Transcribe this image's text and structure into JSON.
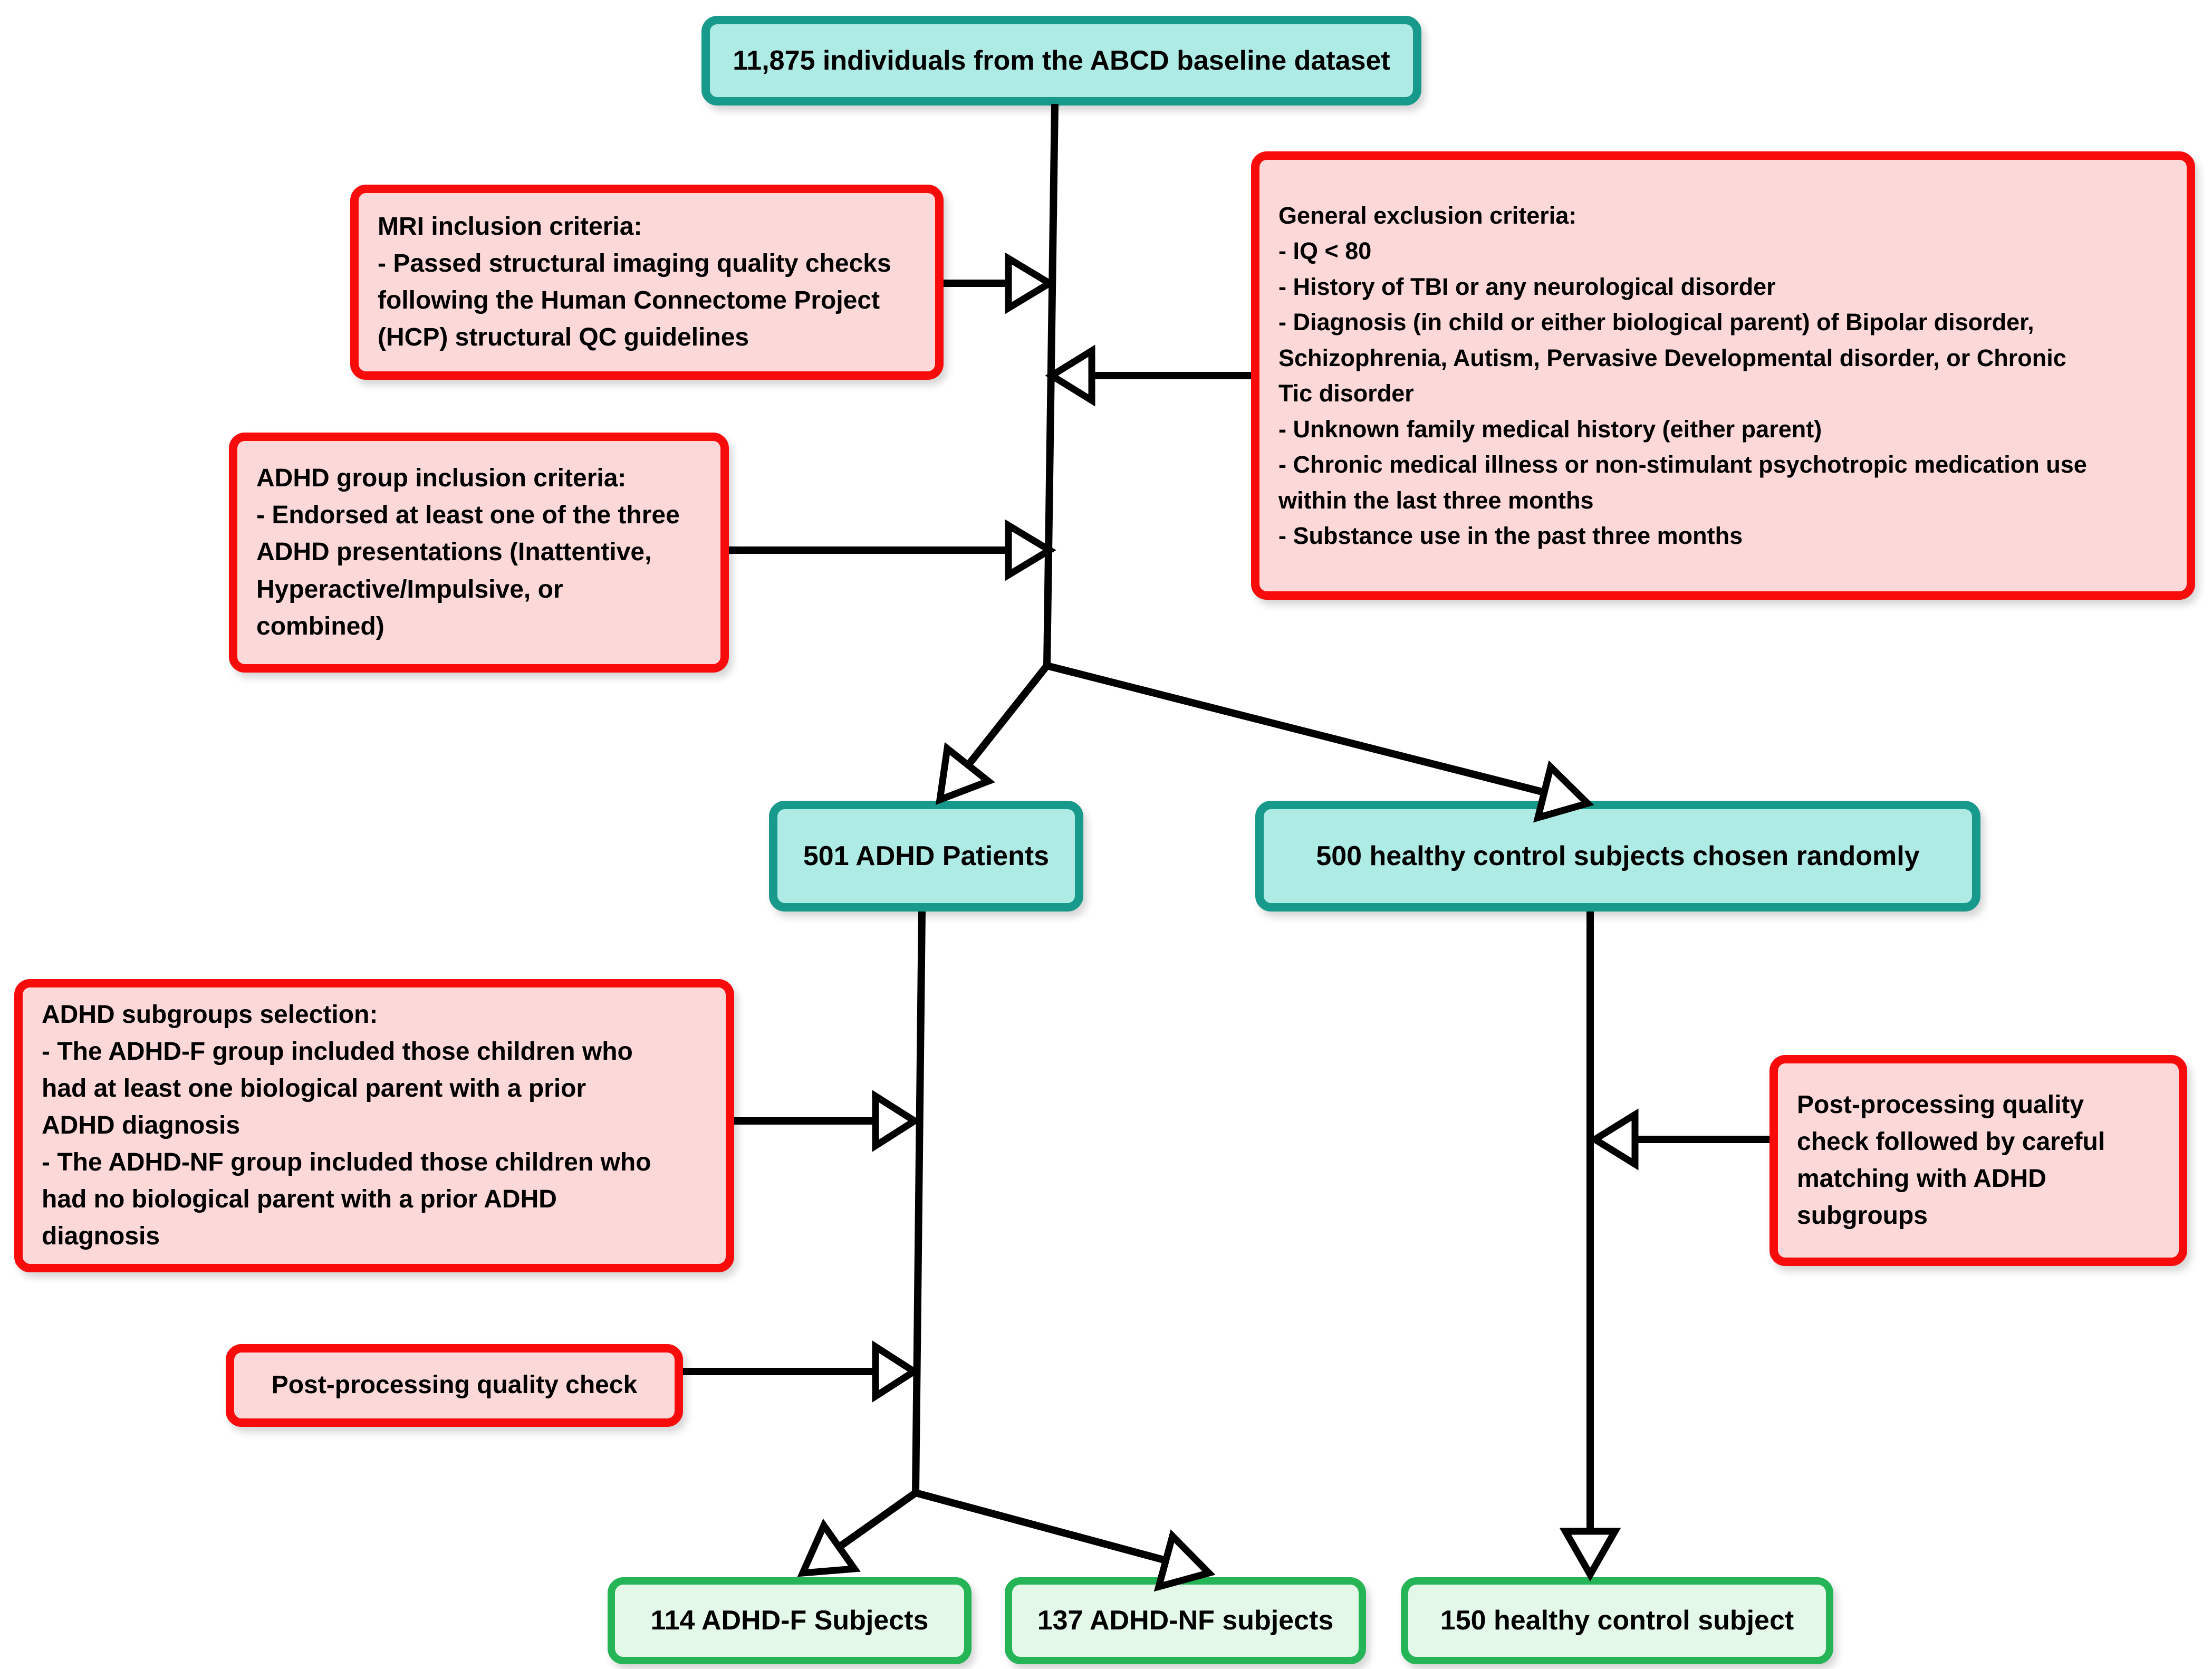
{
  "colors": {
    "teal_fill": "#aeebe4",
    "teal_border": "#17998b",
    "pink_fill": "#fcd8d8",
    "pink_border": "#f70b0b",
    "green_fill": "#e3f8e9",
    "green_border": "#25b556",
    "connector": "#000000",
    "arrowhead_fill": "#ffffff",
    "text": "#000000"
  },
  "nodes": {
    "baseline": {
      "label": "11,875 individuals from the ABCD baseline dataset"
    },
    "mri_inclusion": {
      "label": "MRI inclusion criteria:\n- Passed structural imaging quality checks\nfollowing the Human Connectome Project\n(HCP) structural QC guidelines"
    },
    "general_exclusion": {
      "label": "General exclusion criteria:\n- IQ < 80\n- History of TBI or any neurological disorder\n- Diagnosis (in child or either biological parent) of Bipolar disorder,\nSchizophrenia, Autism, Pervasive Developmental disorder, or Chronic\nTic disorder\n- Unknown family medical history (either parent)\n- Chronic medical illness or non-stimulant psychotropic medication use\nwithin the last three months\n- Substance use in the past three months"
    },
    "adhd_inclusion": {
      "label": "ADHD group inclusion criteria:\n- Endorsed at least one of the three\nADHD presentations (Inattentive,\nHyperactive/Impulsive, or\ncombined)"
    },
    "adhd_patients": {
      "label": "501 ADHD Patients"
    },
    "healthy_controls": {
      "label": "500 healthy control subjects chosen randomly"
    },
    "subgroups_selection": {
      "label": "ADHD subgroups selection:\n- The ADHD-F group included those children who\nhad at least one biological parent with a prior\nADHD diagnosis\n- The ADHD-NF group included those children who\nhad no biological parent with a prior ADHD\ndiagnosis"
    },
    "postprocessing_matching": {
      "label": "Post-processing quality\ncheck followed by careful\nmatching with ADHD\nsubgroups"
    },
    "postprocessing_check": {
      "label": "Post-processing quality check"
    },
    "adhd_f_final": {
      "label": "114 ADHD-F Subjects"
    },
    "adhd_nf_final": {
      "label": "137 ADHD-NF subjects"
    },
    "healthy_final": {
      "label": "150 healthy control subject"
    }
  }
}
